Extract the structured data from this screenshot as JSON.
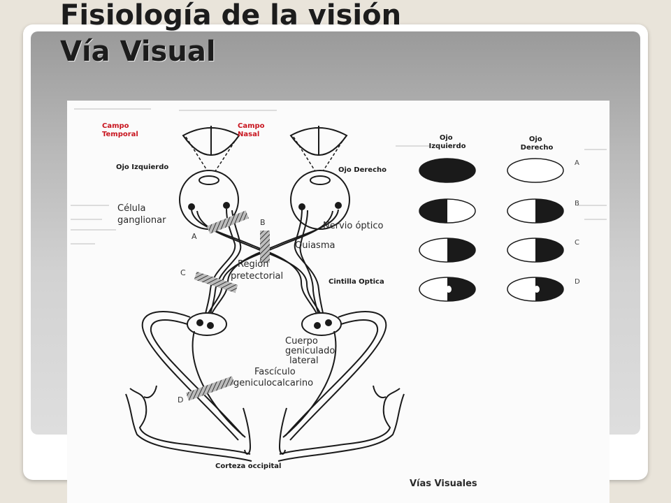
{
  "slide": {
    "title_line1": "Fisiología de la visión",
    "title_line2": "Vía Visual"
  },
  "diagram": {
    "labels": {
      "campo_temporal": [
        "Campo",
        "Temporal"
      ],
      "campo_nasal": [
        "Campo",
        "Nasal"
      ],
      "ojo_izquierdo": "Ojo Izquierdo",
      "ojo_derecho": "Ojo Derecho",
      "celula_ganglionar": [
        "Célula",
        "ganglionar"
      ],
      "nervio_optico": "Nervio óptico",
      "quiasma": "Quiasma",
      "region_pretectorial": [
        "Región",
        "pretectorial"
      ],
      "cintilla_optica": "Cintilla Optica",
      "cuerpo_geniculado": [
        "Cuerpo",
        "geniculado",
        "lateral"
      ],
      "fasciculo": [
        "Fascículo",
        "geniculocalcarino"
      ],
      "corteza_occipital": "Corteza occipital",
      "caption": "Vías Visuales"
    },
    "lesion_letters": [
      "A",
      "B",
      "C",
      "D"
    ],
    "visual_fields": {
      "headers": {
        "left": [
          "Ojo",
          "Izquierdo"
        ],
        "right": [
          "Ojo",
          "Derecho"
        ]
      },
      "rows": [
        {
          "letter": "A",
          "left": "full",
          "right": "none"
        },
        {
          "letter": "B",
          "left": "left-half",
          "right": "right-half"
        },
        {
          "letter": "C",
          "left": "right-half",
          "right": "right-half"
        },
        {
          "letter": "D",
          "left": "right-half-spared",
          "right": "right-half-spared"
        }
      ],
      "colors": {
        "defect": "#1a1a1a",
        "field": "#ffffff"
      }
    },
    "colors": {
      "label_red": "#c8141e",
      "ink": "#1a1a1a"
    }
  }
}
